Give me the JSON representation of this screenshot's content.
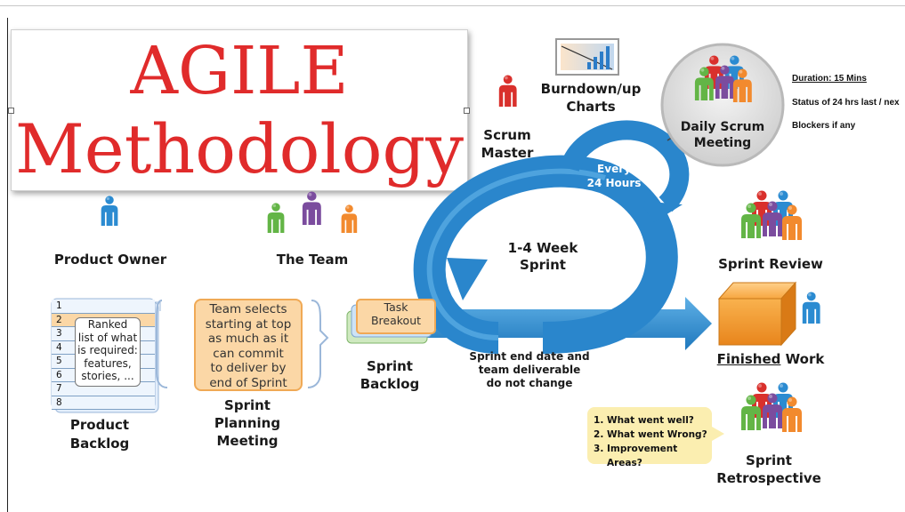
{
  "title": {
    "line1": "AGILE",
    "line2": "Methodology"
  },
  "roles": {
    "product_owner": "Product Owner",
    "the_team": "The Team",
    "scrum_master": "Scrum\nMaster",
    "burndown": "Burndown/up\nCharts"
  },
  "daily_scrum": {
    "label": "Daily Scrum\nMeeting",
    "details": [
      "Duration: 15 Mins",
      "Status of 24 hrs last / nex",
      "Blockers if any"
    ]
  },
  "cycle": {
    "every": "Every\n24 Hours",
    "sprint": "1-4 Week\nSprint",
    "note": "Sprint end date and\nteam deliverable\ndo not change"
  },
  "product_backlog": {
    "rows": [
      "1",
      "2",
      "3",
      "4",
      "5",
      "6",
      "7",
      "8"
    ],
    "ranked": "Ranked\nlist of what\nis required:\nfeatures,\nstories, ...",
    "label": "Product\nBacklog"
  },
  "planning": {
    "note": "Team selects\nstarting at top\nas much as it\ncan commit\nto deliver by\nend of Sprint",
    "label": "Sprint\nPlanning\nMeeting"
  },
  "sprint_backlog": {
    "task": "Task\nBreakout",
    "label": "Sprint\nBacklog"
  },
  "outcomes": {
    "review": "Sprint Review",
    "finished_underlined": "Finished",
    "finished_rest": " Work",
    "retro_items": [
      "What went well?",
      "What went Wrong?",
      "Improvement Areas?"
    ],
    "retro": "Sprint\nRetrospective"
  },
  "colors": {
    "red": "#d9302c",
    "blue": "#2b8bd1",
    "green": "#63b546",
    "purple": "#7b4c9e",
    "orange": "#f28a2e"
  }
}
